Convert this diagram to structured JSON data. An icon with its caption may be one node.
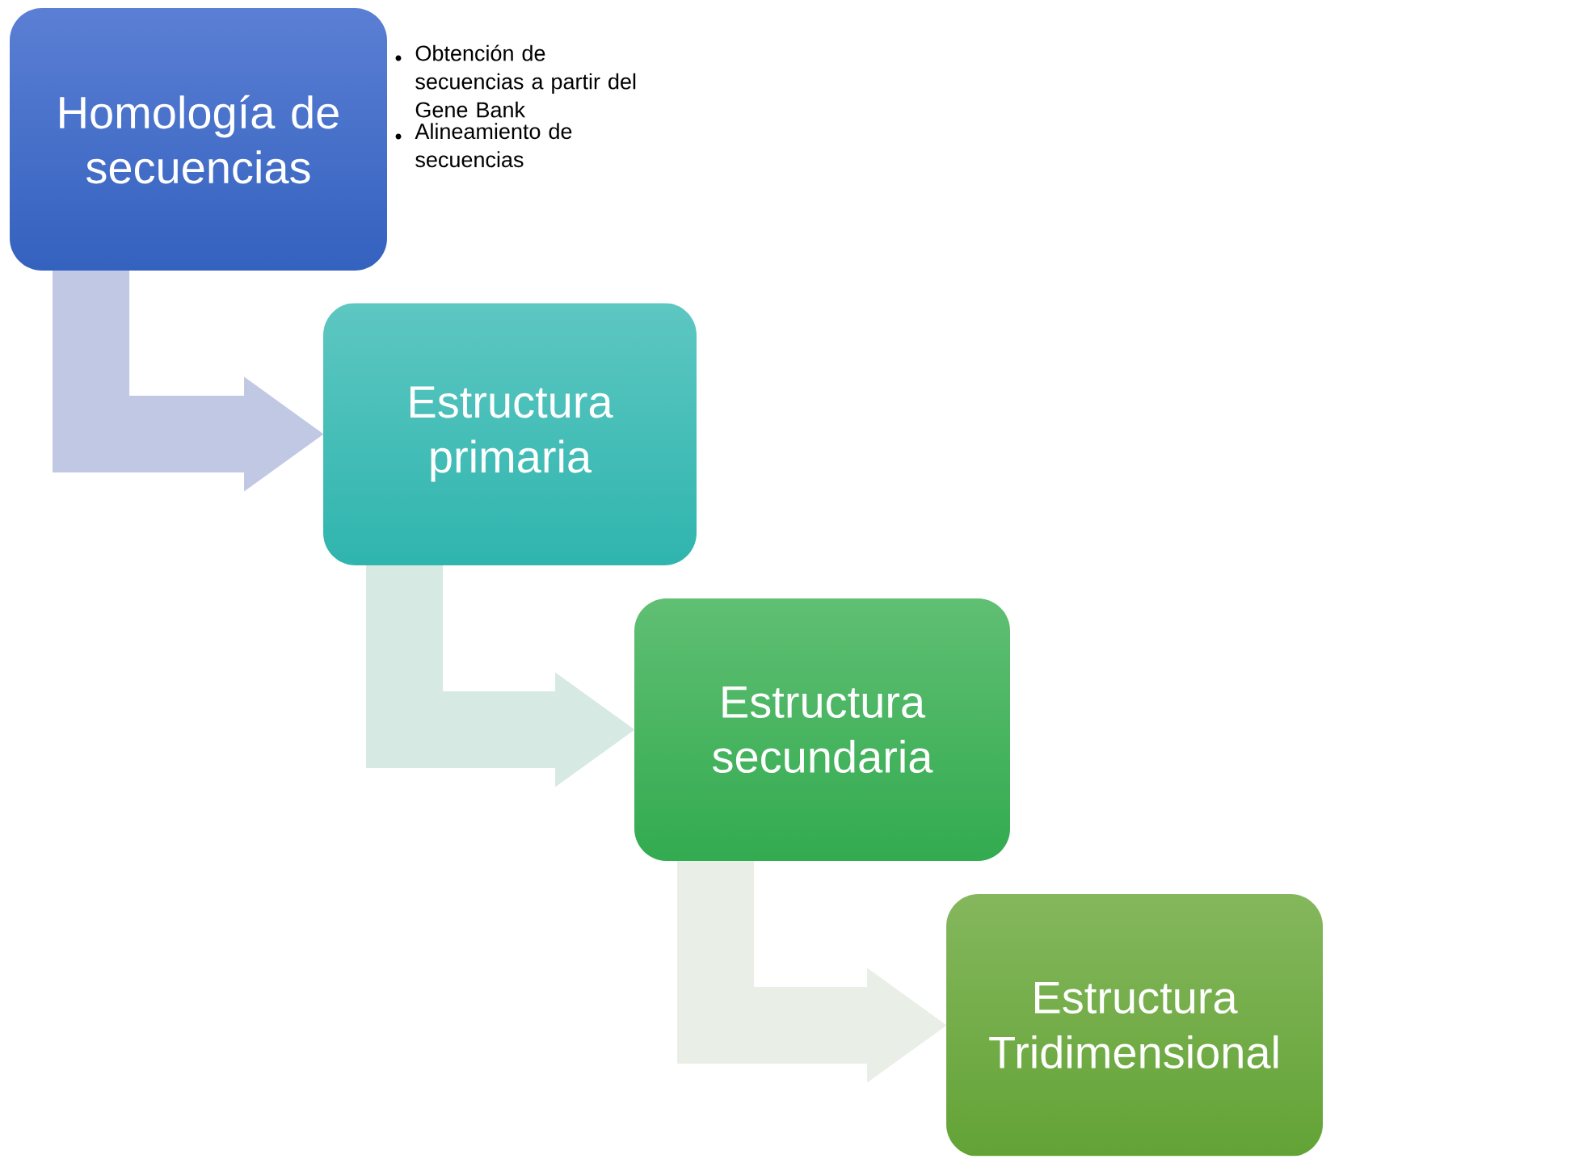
{
  "diagram": {
    "nodes": [
      {
        "text": [
          "Homología de secuencias"
        ],
        "beside": [
          "Obtención de secuencias a partir del Gene Bank",
          "Alineamiento de secuencias"
        ]
      },
      {
        "text": [
          "Estructura primaria"
        ]
      },
      {
        "text": [
          "Estructura secundaria"
        ]
      },
      {
        "text": [
          "Estructura Tridimensional"
        ]
      }
    ],
    "edges": [
      {
        "from": 0,
        "to": 1,
        "arrow": "to",
        "style": "thick",
        "color": "#c0c8e4"
      },
      {
        "from": 1,
        "to": 2,
        "arrow": "to",
        "style": "thick",
        "color": "#d6e9e3"
      },
      {
        "from": 2,
        "to": 3,
        "arrow": "to",
        "style": "thick",
        "color": "#e9eee6"
      }
    ]
  }
}
